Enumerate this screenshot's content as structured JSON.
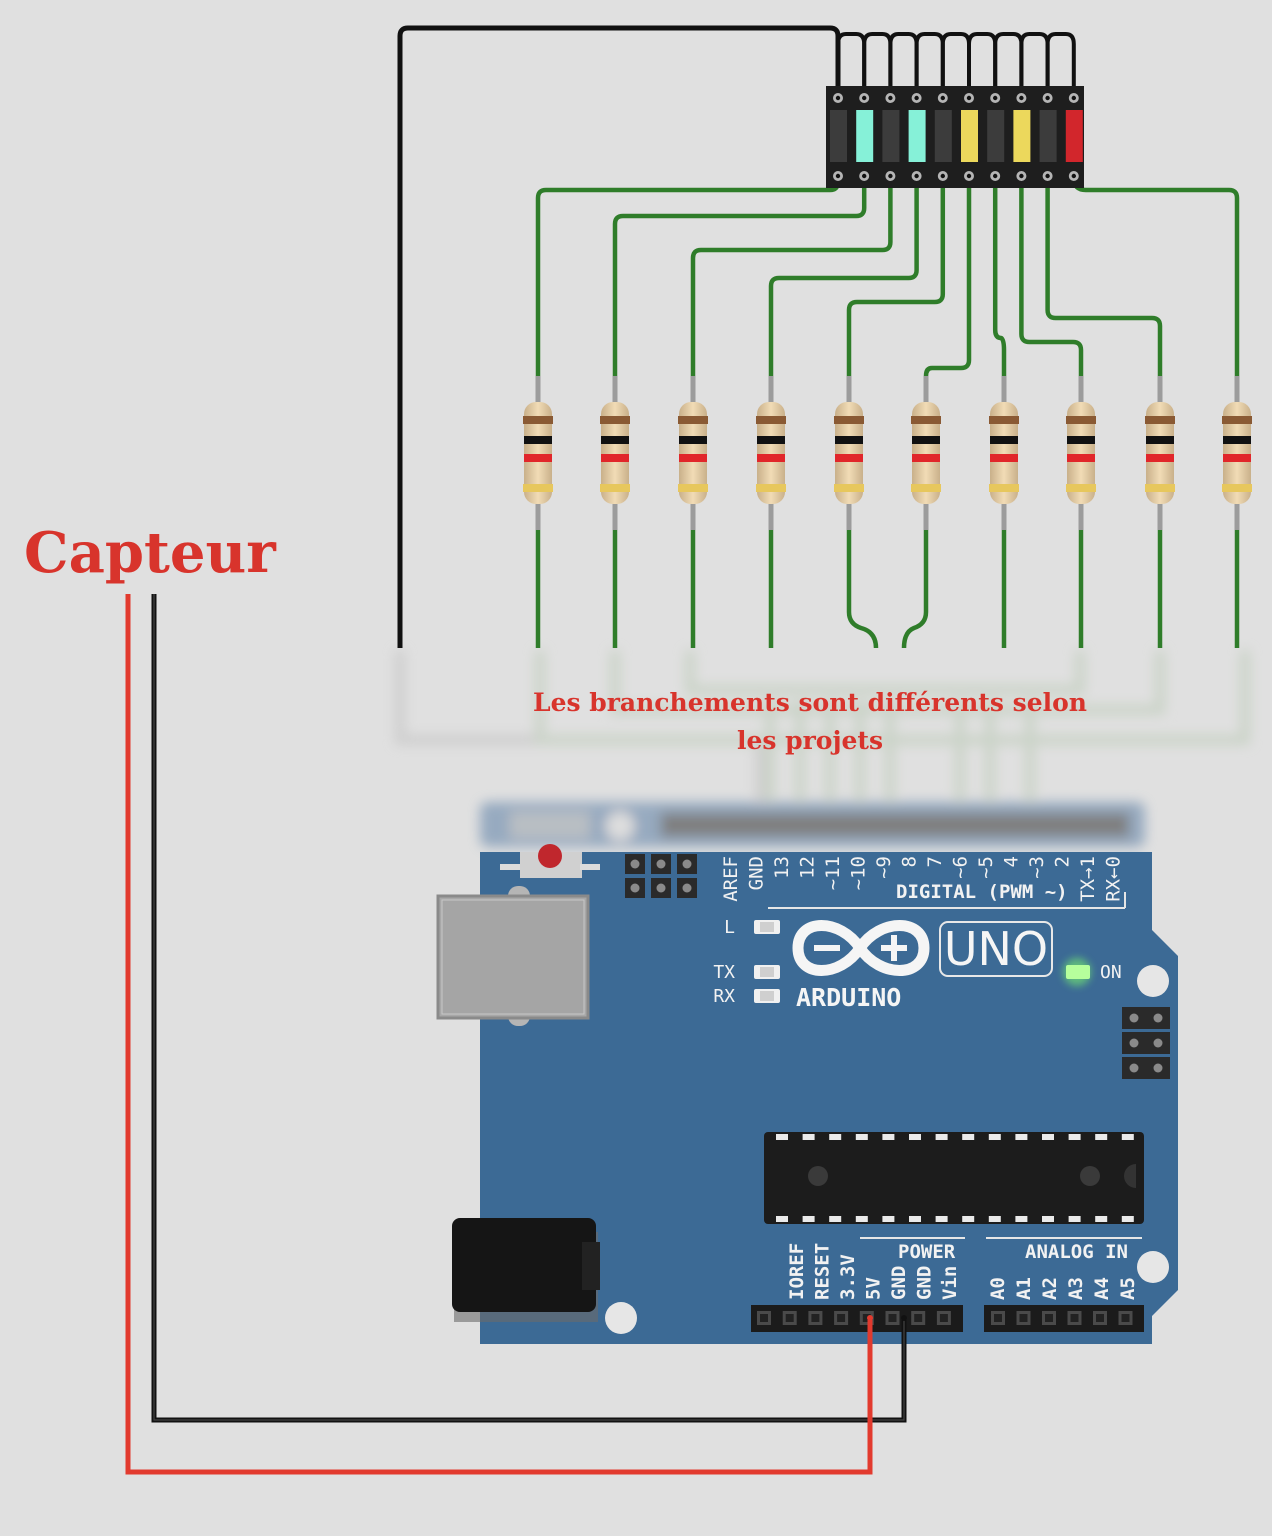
{
  "labels": {
    "sensor": "Capteur",
    "note_line1": "Les branchements sont différents selon",
    "note_line2": "les projets"
  },
  "board": {
    "brand": "ARDUINO",
    "model": "UNO",
    "on_label": "ON",
    "led_l": "L",
    "led_tx": "TX",
    "led_rx": "RX",
    "digital_label": "DIGITAL (PWM ~)",
    "power_label": "POWER",
    "analog_label": "ANALOG IN",
    "digital_pins": [
      "AREF",
      "GND",
      "13",
      "12",
      "~11",
      "~10",
      "~9",
      "8",
      "7",
      "~6",
      "~5",
      "4",
      "~3",
      "2",
      "TX→1",
      "RX←0"
    ],
    "power_pins": [
      "IOREF",
      "RESET",
      "3.3V",
      "5V",
      "GND",
      "GND",
      "Vin"
    ],
    "analog_pins": [
      "A0",
      "A1",
      "A2",
      "A3",
      "A4",
      "A5"
    ]
  },
  "led_bar": {
    "segment_colors": [
      "#3c3c3c",
      "#86f1d8",
      "#3c3c3c",
      "#86f1d8",
      "#3c3c3c",
      "#ecd85c",
      "#3c3c3c",
      "#ecd85c",
      "#3c3c3c",
      "#d2262c"
    ]
  },
  "resistor_count": 10,
  "colors": {
    "background": "#e0e0e0",
    "board": "#3c6a95",
    "wire_green": "#2f7d2a",
    "wire_black": "#111111",
    "wire_red": "#e23a2e",
    "label_red": "#d8342c"
  }
}
